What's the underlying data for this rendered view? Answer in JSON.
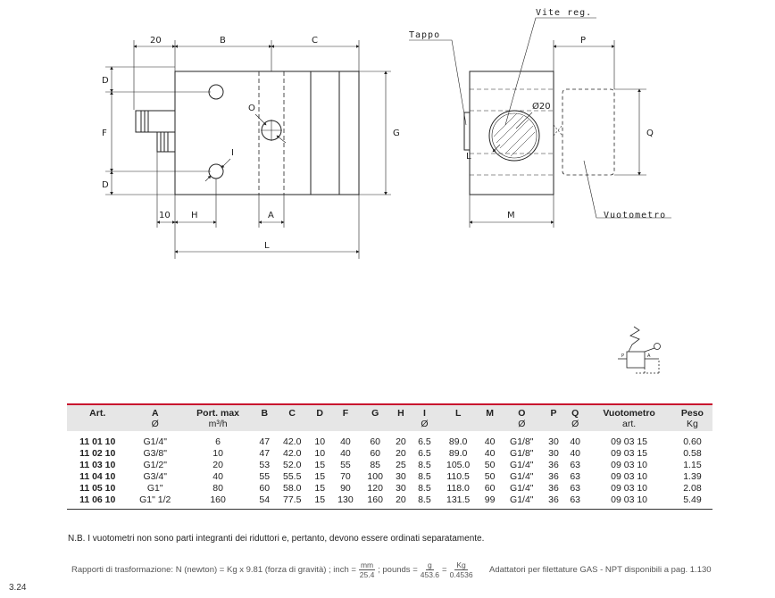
{
  "drawing": {
    "front_dims": {
      "d20": "20",
      "dB": "B",
      "dC": "C",
      "dD_top": "D",
      "dF": "F",
      "dD_bot": "D",
      "dG": "G",
      "dO": "O",
      "dI": "I",
      "d10": "10",
      "dH": "H",
      "dA": "A",
      "dL": "L"
    },
    "side": {
      "tappo": "Tappo",
      "vite": "Vite reg.",
      "phi20": "Ø20",
      "dP": "P",
      "dQ": "Q",
      "dL": "L",
      "dM": "M",
      "vuotometro": "Vuotometro"
    },
    "symbol": {
      "p": "P",
      "a": "A"
    }
  },
  "table": {
    "headers": [
      {
        "main": "Art.",
        "sub": ""
      },
      {
        "main": "A",
        "sub": "Ø"
      },
      {
        "main": "Port. max",
        "sub": "m³/h"
      },
      {
        "main": "B",
        "sub": ""
      },
      {
        "main": "C",
        "sub": ""
      },
      {
        "main": "D",
        "sub": ""
      },
      {
        "main": "F",
        "sub": ""
      },
      {
        "main": "G",
        "sub": ""
      },
      {
        "main": "H",
        "sub": ""
      },
      {
        "main": "I",
        "sub": "Ø"
      },
      {
        "main": "L",
        "sub": ""
      },
      {
        "main": "M",
        "sub": ""
      },
      {
        "main": "O",
        "sub": "Ø"
      },
      {
        "main": "P",
        "sub": ""
      },
      {
        "main": "Q",
        "sub": "Ø"
      },
      {
        "main": "Vuotometro",
        "sub": "art."
      },
      {
        "main": "Peso",
        "sub": "Kg"
      }
    ],
    "rows": [
      [
        "11 01 10",
        "G1/4\"",
        "6",
        "47",
        "42.0",
        "10",
        "40",
        "60",
        "20",
        "6.5",
        "89.0",
        "40",
        "G1/8\"",
        "30",
        "40",
        "09 03 15",
        "0.60"
      ],
      [
        "11 02 10",
        "G3/8\"",
        "10",
        "47",
        "42.0",
        "10",
        "40",
        "60",
        "20",
        "6.5",
        "89.0",
        "40",
        "G1/8\"",
        "30",
        "40",
        "09 03 15",
        "0.58"
      ],
      [
        "11 03 10",
        "G1/2\"",
        "20",
        "53",
        "52.0",
        "15",
        "55",
        "85",
        "25",
        "8.5",
        "105.0",
        "50",
        "G1/4\"",
        "36",
        "63",
        "09 03 10",
        "1.15"
      ],
      [
        "11 04 10",
        "G3/4\"",
        "40",
        "55",
        "55.5",
        "15",
        "70",
        "100",
        "30",
        "8.5",
        "110.5",
        "50",
        "G1/4\"",
        "36",
        "63",
        "09 03 10",
        "1.39"
      ],
      [
        "11 05 10",
        "G1\"",
        "80",
        "60",
        "58.0",
        "15",
        "90",
        "120",
        "30",
        "8.5",
        "118.0",
        "60",
        "G1/4\"",
        "36",
        "63",
        "09 03 10",
        "2.08"
      ],
      [
        "11 06 10",
        "G1\" 1/2",
        "160",
        "54",
        "77.5",
        "15",
        "130",
        "160",
        "20",
        "8.5",
        "131.5",
        "99",
        "G1/4\"",
        "36",
        "63",
        "09 03 10",
        "5.49"
      ]
    ]
  },
  "note": "N.B. I vuotometri non sono parti integranti dei riduttori e, pertanto, devono essere ordinati separatamente.",
  "conversion": {
    "prefix": "Rapporti di trasformazione: N (newton) = Kg x 9.81 (forza di gravità) ;  inch =",
    "inch_num": "mm",
    "inch_den": "25.4",
    "mid": "; pounds =",
    "lb1_num": "g",
    "lb1_den": "453.6",
    "eq": "=",
    "lb2_num": "Kg",
    "lb2_den": "0.4536"
  },
  "adapters": "Adattatori per filettature GAS - NPT disponibili a pag. 1.130",
  "page_number": "3.24"
}
